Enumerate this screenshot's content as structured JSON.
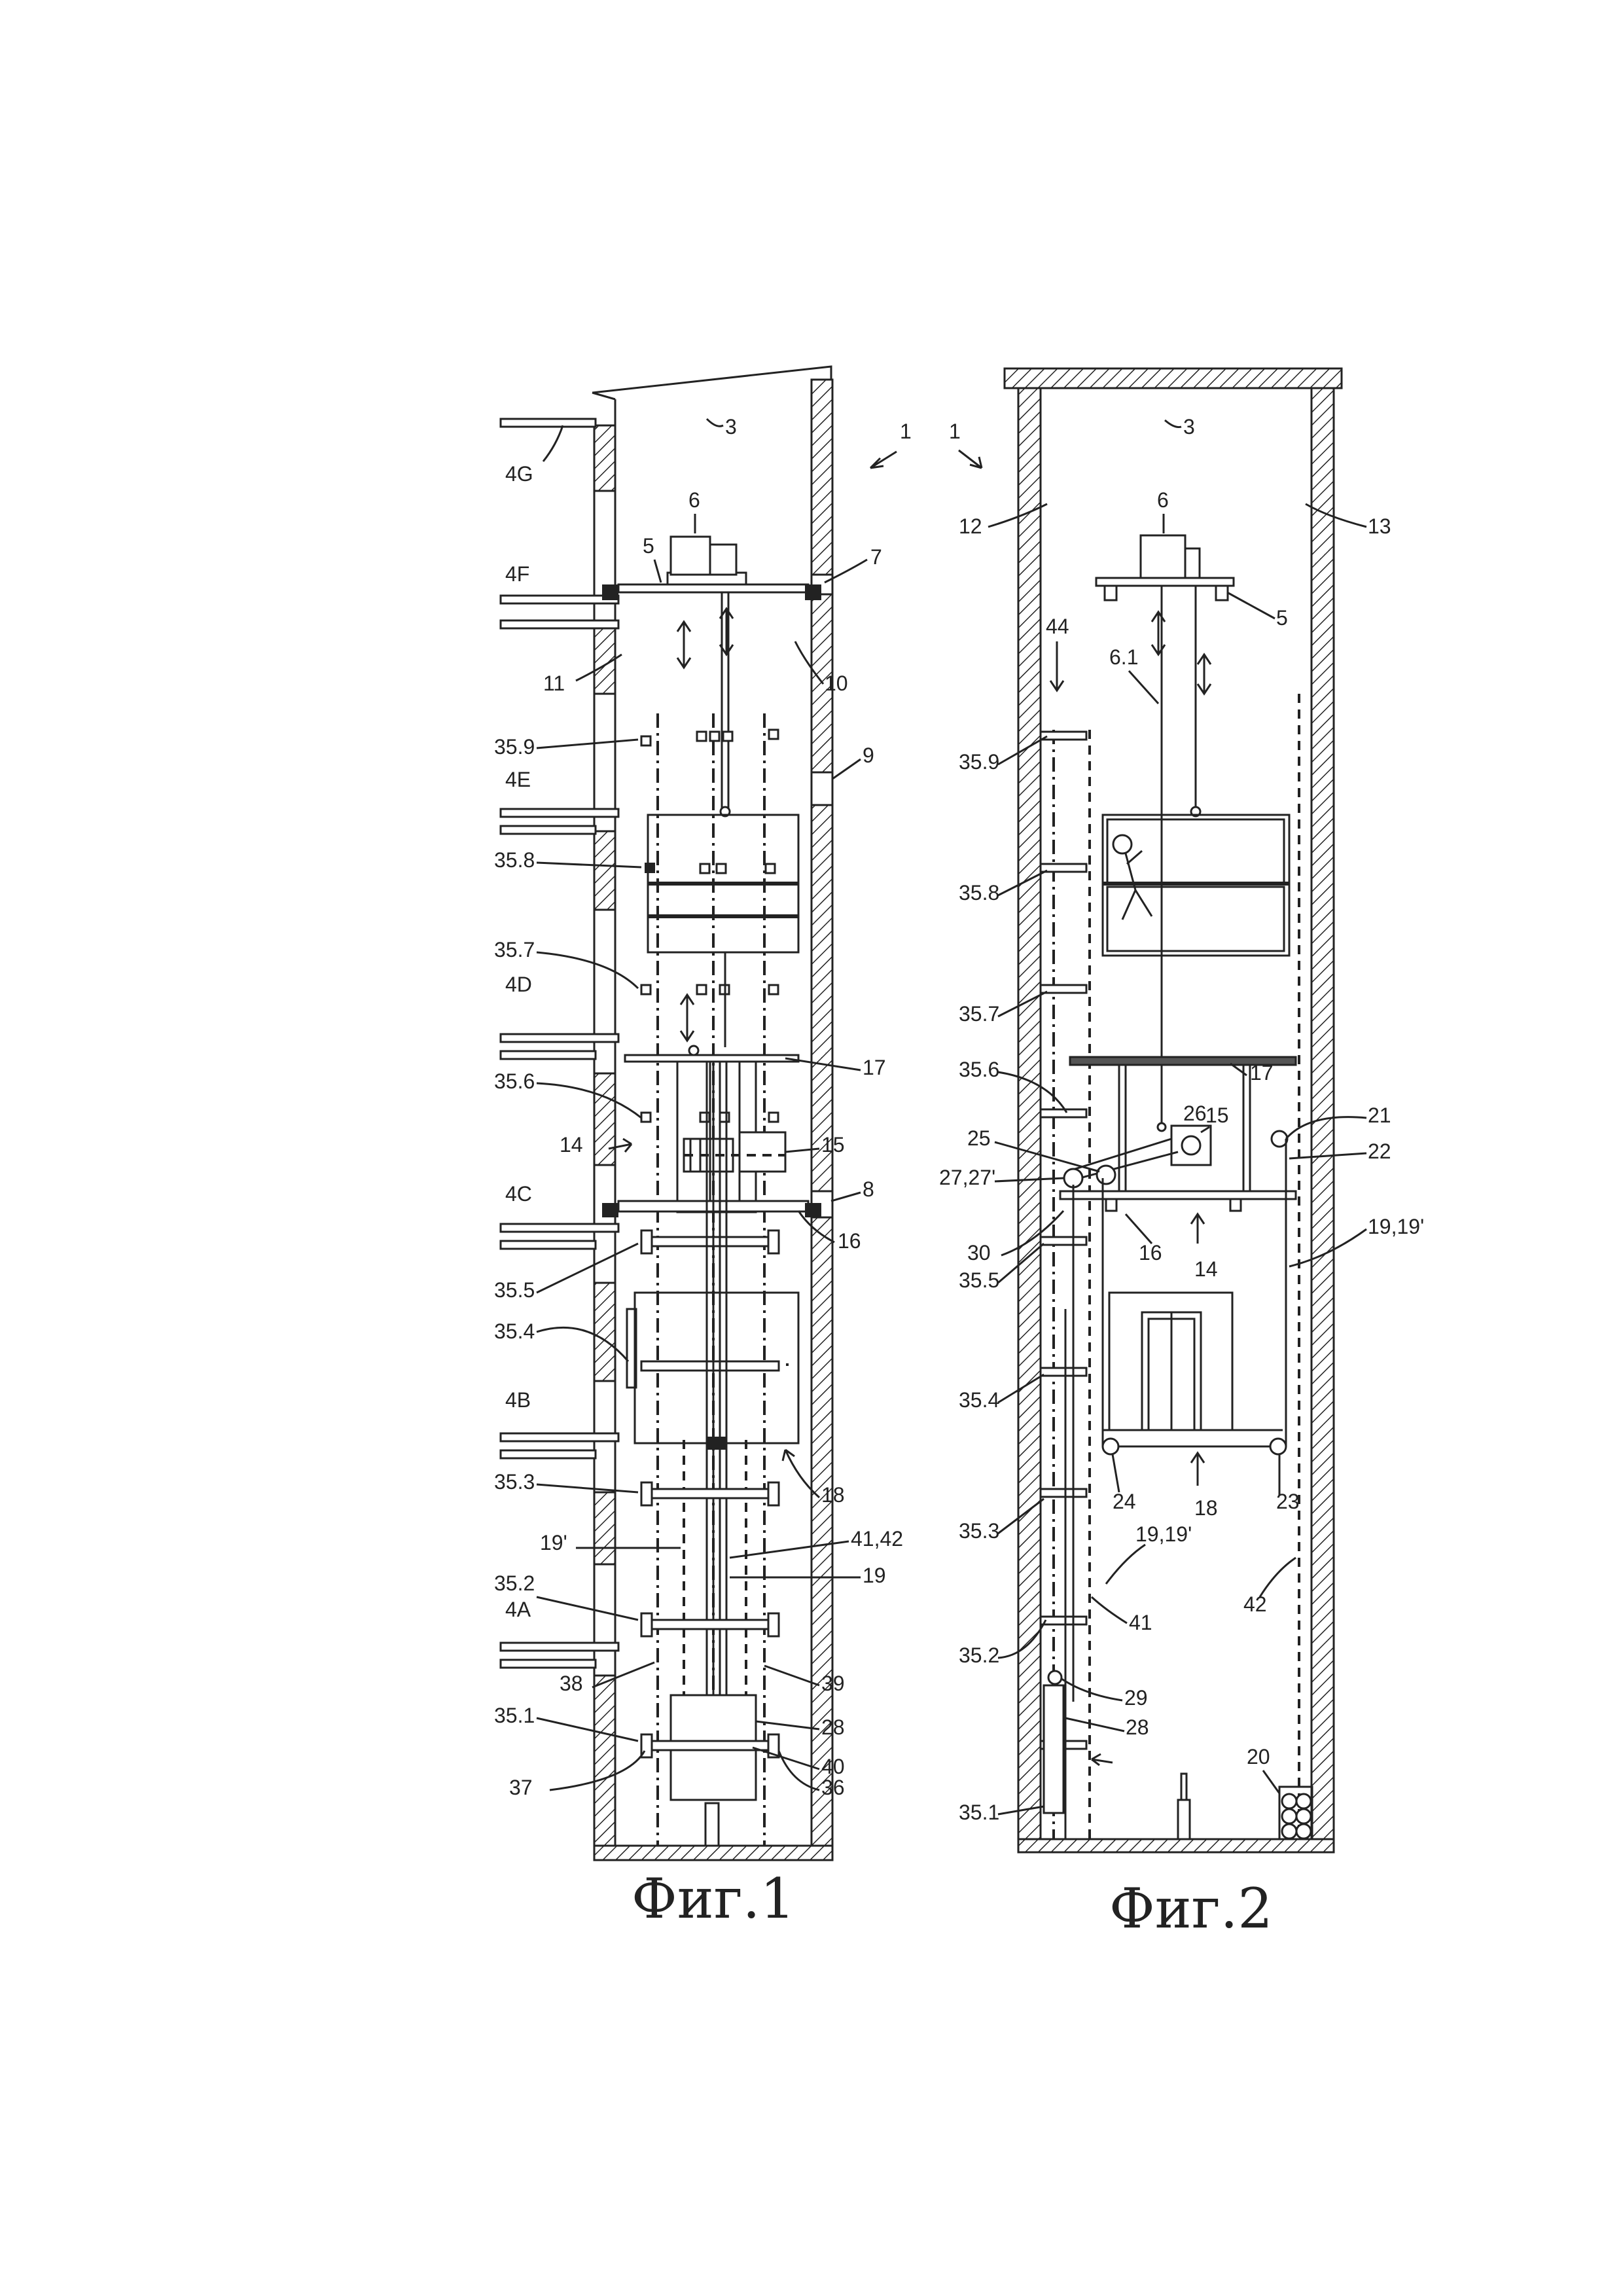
{
  "figures": [
    {
      "caption": "Фиг.1",
      "labels": [
        "1",
        "3",
        "4G",
        "4F",
        "4E",
        "4D",
        "4C",
        "4B",
        "4A",
        "5",
        "6",
        "7",
        "8",
        "9",
        "10",
        "11",
        "14",
        "15",
        "16",
        "17",
        "18",
        "19",
        "19'",
        "28",
        "35.1",
        "35.2",
        "35.3",
        "35.4",
        "35.5",
        "35.6",
        "35.7",
        "35.8",
        "35.9",
        "36",
        "37",
        "38",
        "39",
        "40",
        "41,42"
      ]
    },
    {
      "caption": "Фиг.2",
      "labels": [
        "1",
        "3",
        "5",
        "6",
        "6.1",
        "12",
        "13",
        "14",
        "15",
        "16",
        "17",
        "18",
        "19,19'",
        "19,19'",
        "20",
        "21",
        "22",
        "23",
        "24",
        "25",
        "26",
        "27,27'",
        "28",
        "29",
        "30",
        "35.1",
        "35.2",
        "35.3",
        "35.4",
        "35.5",
        "35.6",
        "35.7",
        "35.8",
        "35.9",
        "41",
        "42",
        "44"
      ]
    }
  ]
}
